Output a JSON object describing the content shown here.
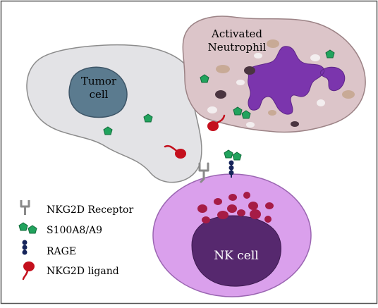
{
  "cells": {
    "tumor": {
      "label_line1": "Tumor",
      "label_line2": "cell"
    },
    "neutrophil": {
      "label_line1": "Activated",
      "label_line2": "Neutrophil"
    },
    "nk": {
      "label": "NK cell"
    }
  },
  "legend": {
    "items": [
      {
        "key": "nkg2d-receptor",
        "label": "NKG2D Receptor"
      },
      {
        "key": "s100a8-a9",
        "label": "S100A8/A9"
      },
      {
        "key": "rage",
        "label": "RAGE"
      },
      {
        "key": "nkg2d-ligand",
        "label": "NKG2D ligand"
      }
    ]
  },
  "colors": {
    "tumor_body": "#e3e3e6",
    "tumor_nucleus": "#5b7b8f",
    "neutrophil_body": "#dcc5c9",
    "neutrophil_nucleus": "#7b35ad",
    "nk_body": "#daa0ec",
    "nk_nucleus": "#56286e",
    "s100": "#21a35d",
    "rage": "#15245a",
    "ligand": "#c4101d",
    "receptor": "#8a8a8a",
    "granule_nk": "#a61c46"
  }
}
